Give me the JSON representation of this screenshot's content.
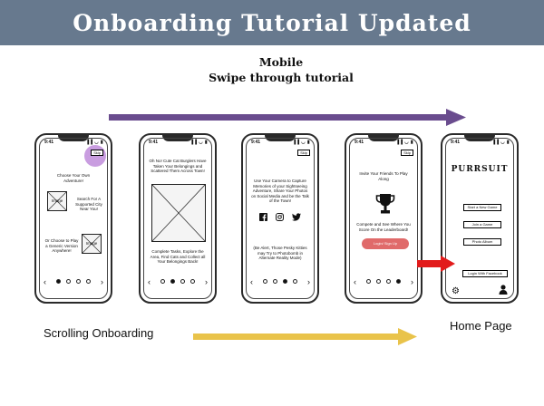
{
  "banner": {
    "title": "Onboarding Tutorial Updated"
  },
  "subtitle": {
    "line1": "Mobile",
    "line2": "Swipe through tutorial"
  },
  "colors": {
    "banner": "#67798e",
    "arrow_top": "#6a4c8e",
    "arrow_bottom": "#e9c34a",
    "arrow_red": "#e21b1b",
    "highlight": "#c392dd",
    "login": "#e06a6a"
  },
  "status_bar": {
    "time": "9:41",
    "icons": "▐▐ ◡ ▮"
  },
  "screen1": {
    "skip": "Skip",
    "text1": "Choose Your Own Adventure!",
    "image_label_1": "Image",
    "text2": "Search For A Supported City Near You!",
    "text3": "Or Choose to Play a Generic Version Anywhere!",
    "image_label_2": "Image"
  },
  "screen2": {
    "text1": "Oh No! Cute Cat Burglers Have Taken Your Belongings and Scattered Them Across Town!",
    "text2": "Complete Tasks, Explore the Area, Find Cats and Collect all Your Belongings Back!"
  },
  "screen3": {
    "skip": "Skip",
    "text1": "Use Your Camera to Capture Memories of your Sightseeing Adventure, Share Your Photos on Social Media and be the Talk of the Town!",
    "social_icons": [
      "facebook-icon",
      "instagram-icon",
      "twitter-icon"
    ],
    "text2": "(Be Alert, Those Pesky Kitties may Try to Photobomb in Alternate Reality Mode)"
  },
  "screen4": {
    "skip": "Skip",
    "text1": "Invite Your Friends To Play Along",
    "text2": "Compete and See Where You Score On the Leaderboard!",
    "login": "Login/ Sign Up"
  },
  "home": {
    "logo": "PURRSUIT",
    "buttons": [
      "Start a New Game",
      "Join a Game",
      "Photo Album"
    ],
    "facebook_login": "Login With Facebook"
  },
  "nav": {
    "prev": "‹",
    "next": "›"
  },
  "captions": {
    "left": "Scrolling Onboarding",
    "right": "Home Page"
  }
}
